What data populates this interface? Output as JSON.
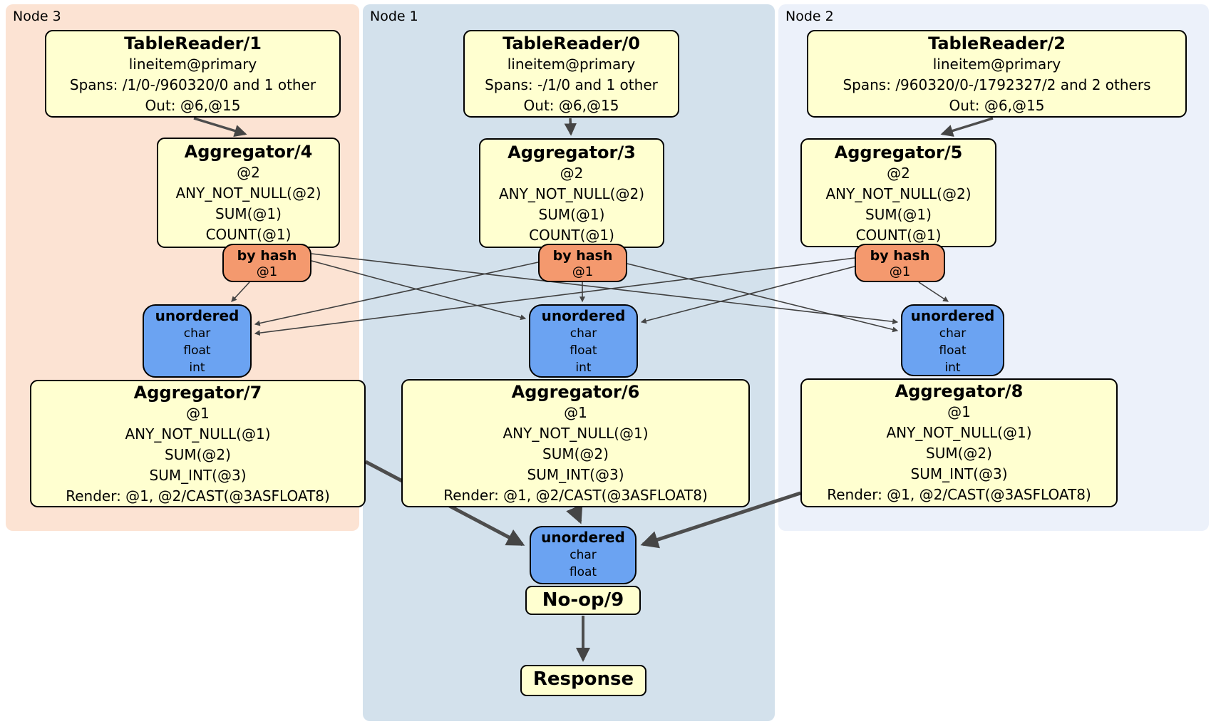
{
  "colors": {
    "node3_bg": "#fce3d3",
    "node1_bg": "#d3e1ec",
    "node2_bg": "#ecf1fa",
    "box_bg": "#ffffd0",
    "router_bg": "#f4996e",
    "sync_bg": "#6ba3f2",
    "edge": "#404040"
  },
  "regions": [
    {
      "label": "Node 3"
    },
    {
      "label": "Node 1"
    },
    {
      "label": "Node 2"
    }
  ],
  "table_readers": [
    {
      "title": "TableReader/1",
      "index": "lineitem@primary",
      "spans": "Spans: /1/0-/960320/0 and 1 other",
      "out": "Out: @6,@15"
    },
    {
      "title": "TableReader/0",
      "index": "lineitem@primary",
      "spans": "Spans: -/1/0 and 1 other",
      "out": "Out: @6,@15"
    },
    {
      "title": "TableReader/2",
      "index": "lineitem@primary",
      "spans": "Spans: /960320/0-/1792327/2 and 2 others",
      "out": "Out: @6,@15"
    }
  ],
  "stage1_aggregators": [
    {
      "title": "Aggregator/4",
      "lines": [
        "@2",
        "ANY_NOT_NULL(@2)",
        "SUM(@1)",
        "COUNT(@1)"
      ]
    },
    {
      "title": "Aggregator/3",
      "lines": [
        "@2",
        "ANY_NOT_NULL(@2)",
        "SUM(@1)",
        "COUNT(@1)"
      ]
    },
    {
      "title": "Aggregator/5",
      "lines": [
        "@2",
        "ANY_NOT_NULL(@2)",
        "SUM(@1)",
        "COUNT(@1)"
      ]
    }
  ],
  "hash_routers": [
    {
      "title": "by hash",
      "key": "@1"
    },
    {
      "title": "by hash",
      "key": "@1"
    },
    {
      "title": "by hash",
      "key": "@1"
    }
  ],
  "unordered_syncs": [
    {
      "title": "unordered",
      "types": [
        "char",
        "float",
        "int"
      ]
    },
    {
      "title": "unordered",
      "types": [
        "char",
        "float",
        "int"
      ]
    },
    {
      "title": "unordered",
      "types": [
        "char",
        "float",
        "int"
      ]
    }
  ],
  "stage2_aggregators": [
    {
      "title": "Aggregator/7",
      "lines": [
        "@1",
        "ANY_NOT_NULL(@1)",
        "SUM(@2)",
        "SUM_INT(@3)",
        "Render: @1, @2/CAST(@3ASFLOAT8)"
      ]
    },
    {
      "title": "Aggregator/6",
      "lines": [
        "@1",
        "ANY_NOT_NULL(@1)",
        "SUM(@2)",
        "SUM_INT(@3)",
        "Render: @1, @2/CAST(@3ASFLOAT8)"
      ]
    },
    {
      "title": "Aggregator/8",
      "lines": [
        "@1",
        "ANY_NOT_NULL(@1)",
        "SUM(@2)",
        "SUM_INT(@3)",
        "Render: @1, @2/CAST(@3ASFLOAT8)"
      ]
    }
  ],
  "final_sync": {
    "title": "unordered",
    "types": [
      "char",
      "float"
    ]
  },
  "noop": {
    "title": "No-op/9"
  },
  "response": {
    "title": "Response"
  }
}
